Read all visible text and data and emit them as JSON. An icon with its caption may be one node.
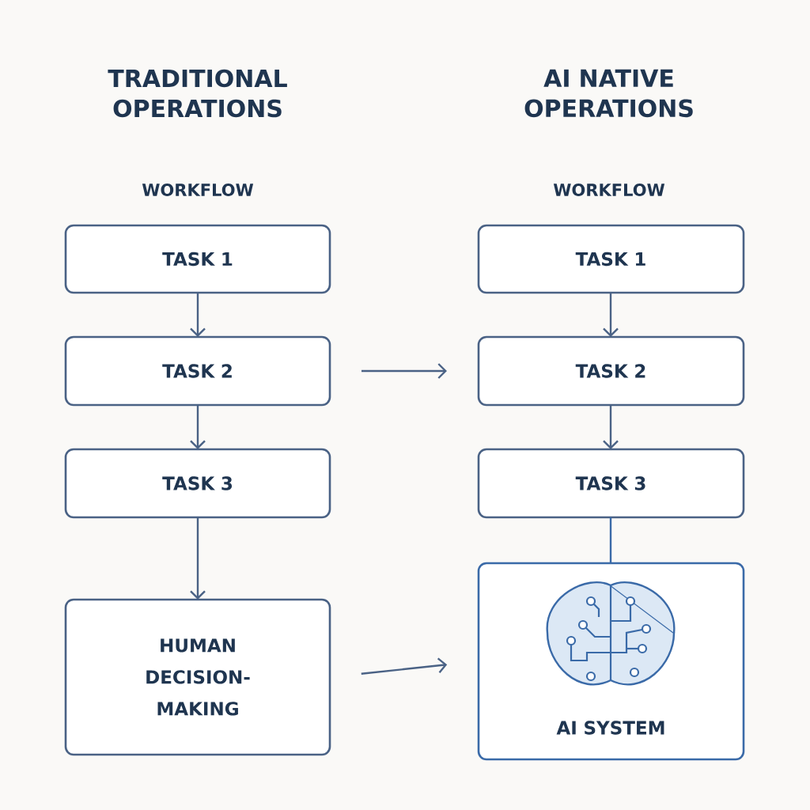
{
  "diagram": {
    "nodes": [
      {
        "text": [
          "TASK 1"
        ]
      },
      {
        "text": [
          "TASK 2"
        ]
      },
      {
        "text": [
          "TASK 3"
        ]
      },
      {
        "text": [
          "HUMAN DECISION-MAKING"
        ]
      },
      {
        "text": [
          "TASK 1"
        ]
      },
      {
        "text": [
          "TASK 2"
        ]
      },
      {
        "text": [
          "TASK 3"
        ]
      },
      {
        "text": [
          "AI SYSTEM"
        ]
      }
    ],
    "edges": [
      {
        "from": 0,
        "to": 1,
        "arrow": "to"
      },
      {
        "from": 1,
        "to": 2,
        "arrow": "to"
      },
      {
        "from": 2,
        "to": 3,
        "arrow": "to"
      },
      {
        "from": 4,
        "to": 5,
        "arrow": "to"
      },
      {
        "from": 5,
        "to": 6,
        "arrow": "to"
      },
      {
        "from": 6,
        "to": 7,
        "arrow": "none",
        "color": "#3a6aa8"
      },
      {
        "from": 1,
        "to": 5,
        "arrow": "to"
      },
      {
        "from": 3,
        "to": 7,
        "arrow": "to"
      }
    ],
    "labels": [
      "TRADITIONAL OPERATIONS",
      "AI NATIVE OPERATIONS",
      "WORKFLOW",
      "WORKFLOW"
    ]
  }
}
